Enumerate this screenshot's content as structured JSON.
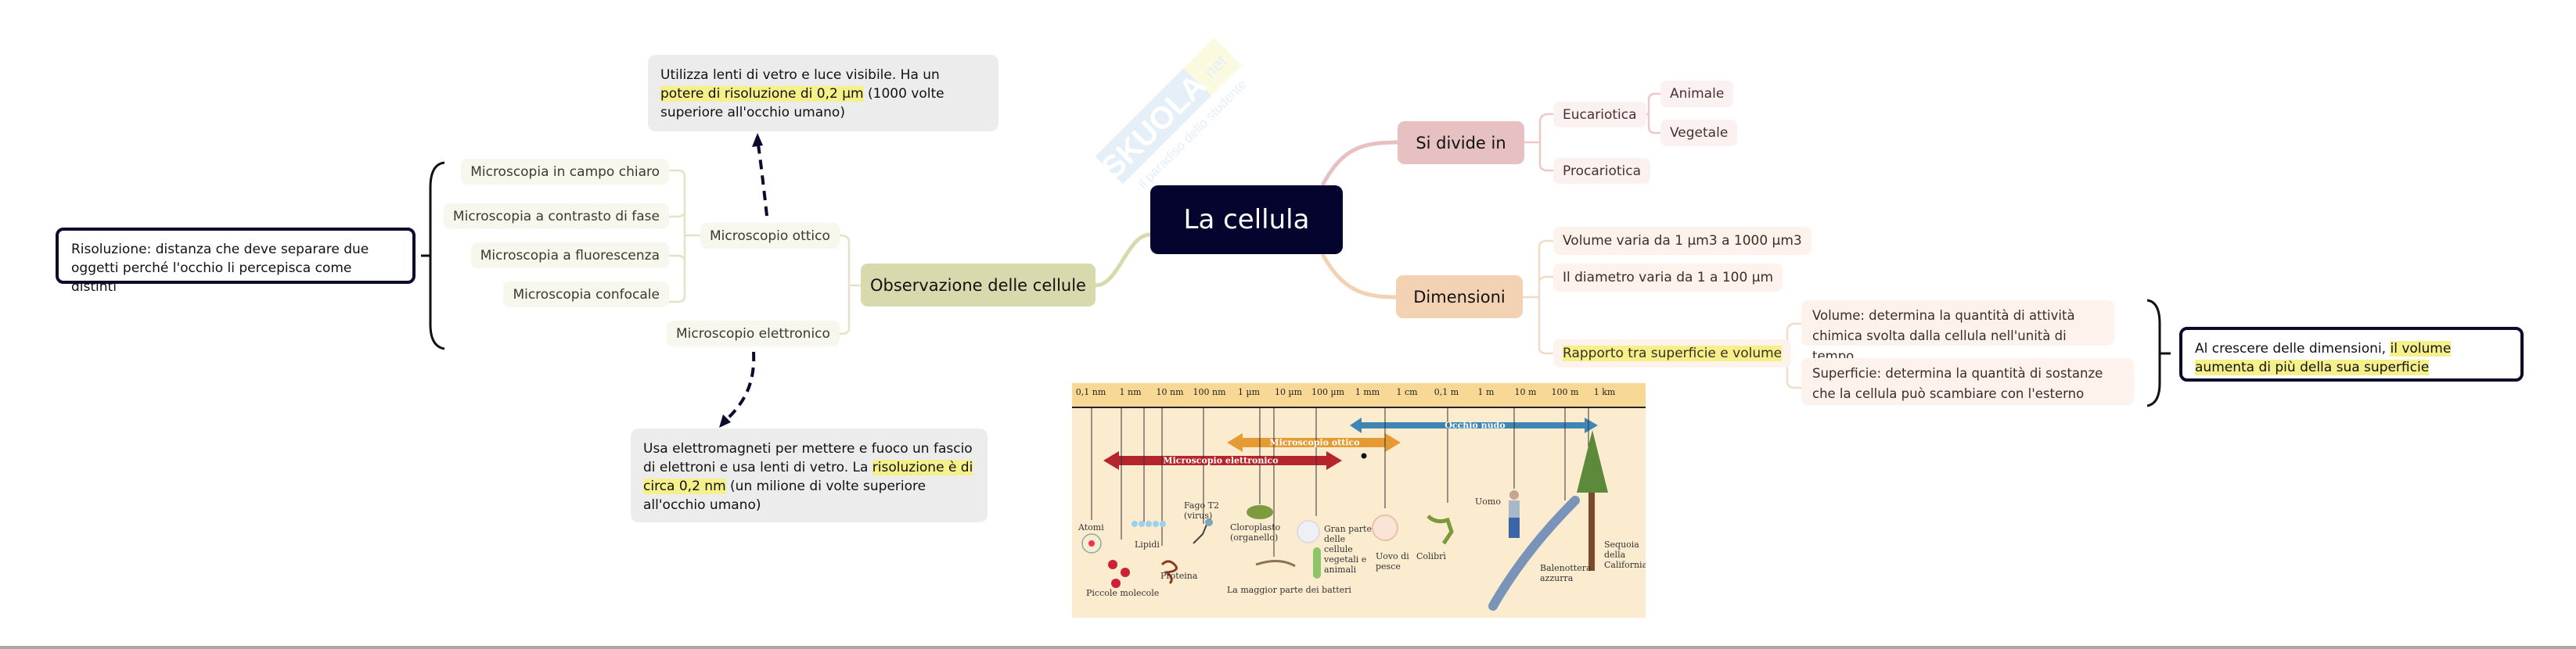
{
  "root": {
    "title": "La cellula"
  },
  "watermark": {
    "brand": "SKUOLA",
    "brand_suffix": ".net",
    "tagline": "il paradiso dello studente"
  },
  "branches": {
    "observation": {
      "label": "Observazione delle cellule",
      "children": {
        "optical": {
          "label": "Microscopio ottico",
          "techniques": [
            "Microscopia in campo chiaro",
            "Microscopia a contrasto di fase",
            "Microscopia a fluorescenza",
            "Microscopia confocale"
          ],
          "note": {
            "pre": "Utilizza lenti di vetro e luce visibile. Ha un ",
            "highlight": "potere di risoluzione di 0,2 µm",
            "post": " (1000 volte superiore all'occhio umano)"
          }
        },
        "electronic": {
          "label": "Microscopio elettronico",
          "note": {
            "pre": "Usa elettromagneti per mettere e fuoco un fascio di elettroni e usa lenti di vetro. La ",
            "highlight": "risoluzione è di circa 0,2 nm",
            "post": " (un milione di volte superiore all'occhio umano)"
          }
        }
      },
      "summary": "Risoluzione: distanza che deve separare due oggetti perché l'occhio li percepisca come distinti"
    },
    "division": {
      "label": "Si divide in",
      "children": {
        "eukaryotic": {
          "label": "Eucariotica",
          "children": [
            "Animale",
            "Vegetale"
          ]
        },
        "prokaryotic": {
          "label": "Procariotica"
        }
      }
    },
    "dimensions": {
      "label": "Dimensioni",
      "children": [
        "Volume varia da 1 µm3 a 1000 µm3",
        "Il diametro varia da 1 a 100 µm"
      ],
      "ratio": {
        "label": "Rapporto tra superficie e volume",
        "children": [
          "Volume: determina la quantità di attività chimica svolta dalla cellula nell'unità di tempo",
          "Superficie: determina la quantità di sostanze che la cellula può scambiare con l'esterno"
        ]
      },
      "summary": {
        "pre": "Al crescere delle dimensioni, ",
        "highlight": "il volume aumenta di più della sua superficie"
      }
    }
  },
  "scale_image": {
    "ruler_labels": [
      "0,1 nm",
      "1 nm",
      "10 nm",
      "100 nm",
      "1 µm",
      "10 µm",
      "100 µm",
      "1 mm",
      "1 cm",
      "0,1 m",
      "1 m",
      "10 m",
      "100 m",
      "1 km"
    ],
    "ranges": {
      "naked_eye": "Occhio nudo",
      "optical": "Microscopio ottico",
      "electronic": "Microscopio elettronico"
    },
    "range_colors": {
      "naked_eye": "#3f86b4",
      "optical": "#e59a33",
      "electronic": "#b5262c"
    },
    "objects": [
      "Atomi",
      "Piccole molecole",
      "Lipidi",
      "Proteina",
      "Fago T2 (virus)",
      "Cloroplasto (organello)",
      "La maggior parte dei batteri",
      "Gran parte delle cellule vegetali e animali",
      "Uovo di pesce",
      "Colibrì",
      "Uomo",
      "Balenottera azzurra",
      "Sequoia della California"
    ]
  },
  "colors": {
    "root_bg": "#04042e",
    "observation": "#d9d9ae",
    "division": "#e7c1c1",
    "dimensions": "#f3d2b3",
    "highlight": "#f6f08a"
  }
}
